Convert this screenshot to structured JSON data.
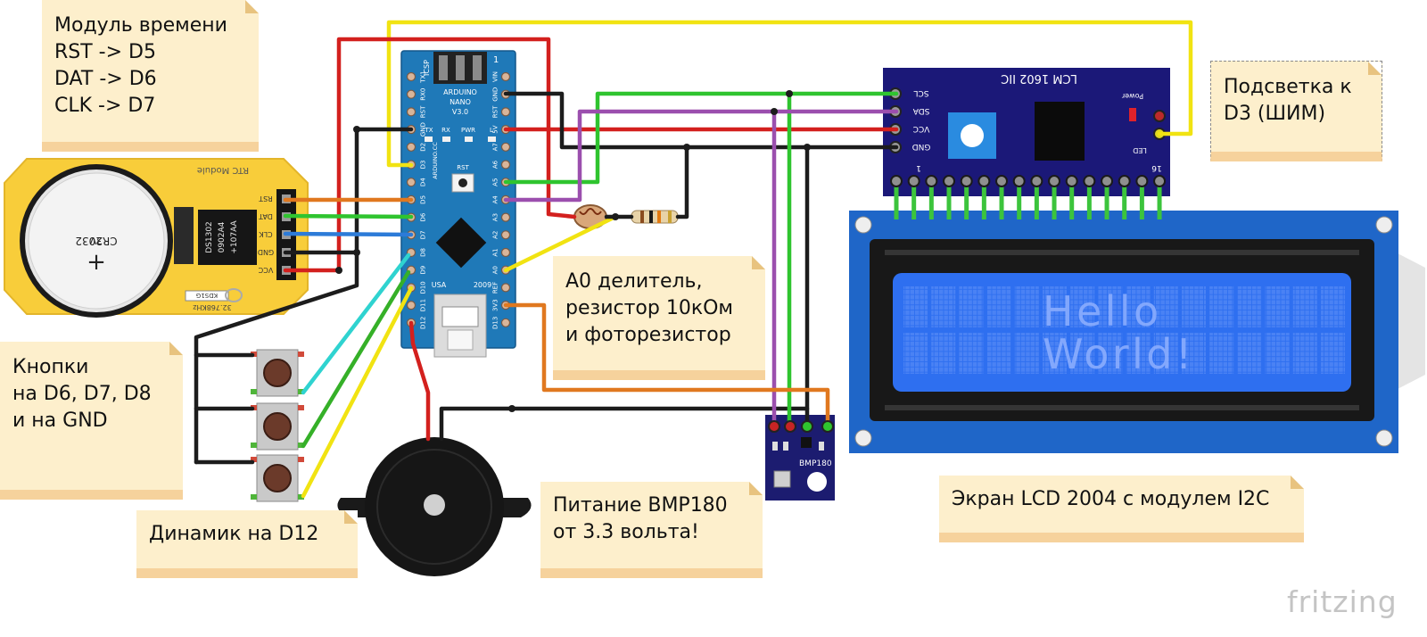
{
  "notes": {
    "time_module": {
      "lines": [
        "Модуль времени",
        "RST -> D5",
        "DAT -> D6",
        "CLK -> D7"
      ]
    },
    "backlight": {
      "lines": [
        "Подсветка к",
        "D3 (ШИМ)"
      ]
    },
    "divider": {
      "lines": [
        "A0 делитель,",
        "резистор 10кОм",
        "и фоторезистор"
      ]
    },
    "buttons": {
      "lines": [
        "Кнопки",
        "на D6, D7, D8",
        "и на GND"
      ]
    },
    "speaker": {
      "lines": [
        "Динамик на D12"
      ]
    },
    "bmp_power": {
      "lines": [
        "Питание BMP180",
        "от 3.3 вольта!"
      ]
    },
    "lcd": {
      "lines": [
        "Экран LCD 2004 с модулем I2C"
      ]
    }
  },
  "arduino": {
    "icsp": "ICSP",
    "icsp_pin1": "1",
    "title": "ARDUINO",
    "model": "NANO",
    "version": "V3.0",
    "tx": "TX",
    "rx": "RX",
    "pwr": "PWR",
    "l": "L",
    "rst": "RST",
    "site": "ARDUINO.CC",
    "country": "USA",
    "year": "2009",
    "left_pins": [
      "TX1",
      "RX0",
      "RST",
      "GND",
      "D2",
      "D3",
      "D4",
      "D5",
      "D6",
      "D7",
      "D8",
      "D9",
      "D10",
      "D11",
      "D12"
    ],
    "right_pins": [
      "VIN",
      "GND",
      "RST",
      "5V",
      "A7",
      "A6",
      "A5",
      "A4",
      "A3",
      "A2",
      "A1",
      "A0",
      "REF",
      "3V3",
      "D13"
    ]
  },
  "rtc": {
    "title": "RTC Module",
    "battery": "CR2032",
    "battery_voltage": "3V",
    "chip_lines": [
      "DS1302",
      "0902A4",
      "+107AA"
    ],
    "crystal": "32.768KHz",
    "crystal_code": "KDS1G",
    "pins": [
      "RST",
      "DAT",
      "CLK",
      "GND",
      "VCC"
    ]
  },
  "i2c": {
    "title": "LCM 1602 IIC",
    "pins": [
      "SCL",
      "SDA",
      "VCC",
      "GND"
    ],
    "power": "Power",
    "led": "LED",
    "pin_first": "1",
    "pin_last": "16"
  },
  "bmp180": {
    "label": "BMP180"
  },
  "lcd": {
    "line1": "Hello",
    "line2": "World!"
  },
  "watermark": "fritzing",
  "colors": {
    "note": "#fdefcc",
    "note_band": "#f6d29c",
    "arduino_board": "#1f79b8",
    "rtc_board": "#f8cd3a",
    "i2c_board": "#1b1878",
    "lcd_frame": "#1f66c8",
    "lcd_screen": "#2e6ff0",
    "wire_red": "#d3201e",
    "wire_black": "#1c1c1c",
    "wire_yellow": "#f1e312",
    "wire_green": "#2fc42f",
    "wire_purple": "#9b4fae",
    "wire_orange": "#e0781f",
    "wire_blue": "#2c7bd8",
    "wire_cyan": "#2fd3d0"
  }
}
